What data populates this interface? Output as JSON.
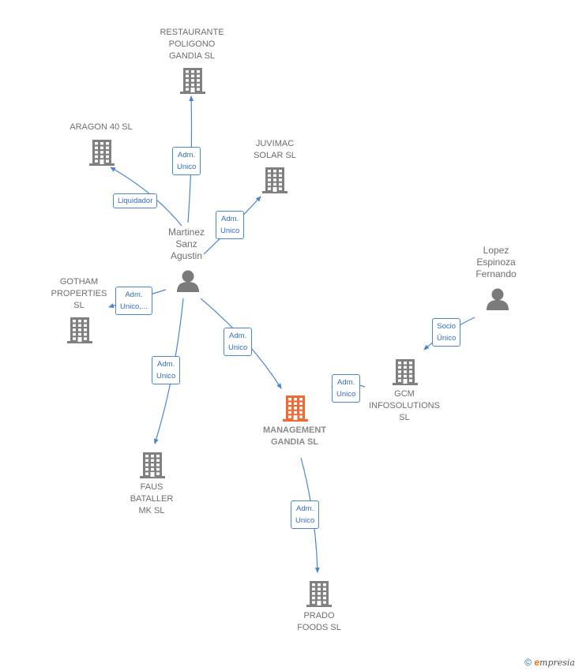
{
  "colors": {
    "edge": "#4a86d4",
    "company": "#808080",
    "focus_company": "#f06a35",
    "person": "#7a7a7a"
  },
  "nodes": {
    "restaurante": {
      "label": "RESTAURANTE\nPOLIGONO\nGANDIA  SL",
      "icon": "building-icon"
    },
    "aragon": {
      "label": "ARAGON 40  SL",
      "icon": "building-icon"
    },
    "juvimac": {
      "label": "JUVIMAC\nSOLAR SL",
      "icon": "building-icon"
    },
    "martinez": {
      "label": "Martinez\nSanz\nAgustin",
      "icon": "person-icon"
    },
    "gotham": {
      "label": "GOTHAM\nPROPERTIES\nSL",
      "icon": "building-icon"
    },
    "lopez": {
      "label": "Lopez\nEspinoza\nFernando",
      "icon": "person-icon"
    },
    "gcm": {
      "label": "GCM\nINFOSOLUTIONS\nSL",
      "icon": "building-icon"
    },
    "management": {
      "label": "MANAGEMENT\nGANDIA  SL",
      "icon": "building-icon"
    },
    "faus": {
      "label": "FAUS\nBATALLER\nMK SL",
      "icon": "building-icon"
    },
    "prado": {
      "label": "PRADO\nFOODS  SL",
      "icon": "building-icon"
    }
  },
  "edges": {
    "martinez_restaurante": "Adm.\nUnico",
    "martinez_aragon": "Liquidador",
    "martinez_juvimac": "Adm.\nUnico",
    "martinez_gotham": "Adm.\nUnico,...",
    "martinez_management": "Adm.\nUnico",
    "martinez_faus": "Adm.\nUnico",
    "lopez_gcm": "Socio\nÚnico",
    "gcm_management": "Adm.\nUnico",
    "management_prado": "Adm.\nUnico"
  },
  "footer": {
    "copyright": "©",
    "brand_e": "e",
    "brand_rest": "mpresia"
  }
}
